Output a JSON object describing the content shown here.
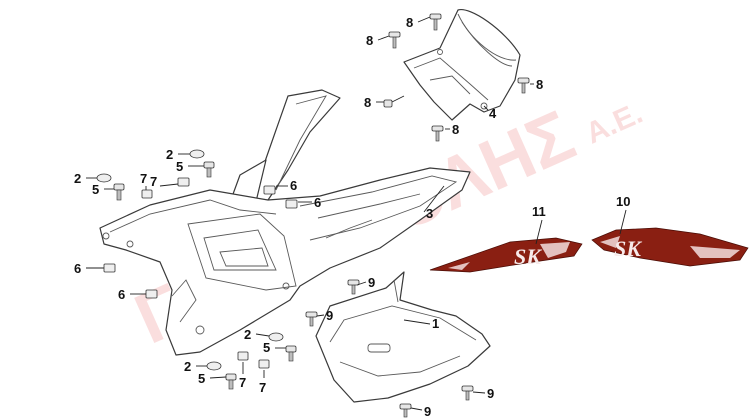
{
  "watermark": {
    "brand": "ΓΚΟΥΤΖΟΛΗΣ",
    "suffix": "Α.Ε."
  },
  "colors": {
    "decal_red": "#8a1f12",
    "watermark_red": "#e23a3a",
    "outline": "#3a3a3a"
  },
  "decal_text": "SK",
  "callouts": [
    {
      "id": "c-8a",
      "label": "8"
    },
    {
      "id": "c-8b",
      "label": "8"
    },
    {
      "id": "c-8c",
      "label": "8"
    },
    {
      "id": "c-8d",
      "label": "8"
    },
    {
      "id": "c-8e",
      "label": "8"
    },
    {
      "id": "c-4",
      "label": "4"
    },
    {
      "id": "c-3",
      "label": "3"
    },
    {
      "id": "c-2a",
      "label": "2"
    },
    {
      "id": "c-2b",
      "label": "2"
    },
    {
      "id": "c-2c",
      "label": "2"
    },
    {
      "id": "c-2d",
      "label": "2"
    },
    {
      "id": "c-5a",
      "label": "5"
    },
    {
      "id": "c-5b",
      "label": "5"
    },
    {
      "id": "c-5c",
      "label": "5"
    },
    {
      "id": "c-5d",
      "label": "5"
    },
    {
      "id": "c-7a",
      "label": "7"
    },
    {
      "id": "c-7b",
      "label": "7"
    },
    {
      "id": "c-7c",
      "label": "7"
    },
    {
      "id": "c-7d",
      "label": "7"
    },
    {
      "id": "c-6a",
      "label": "6"
    },
    {
      "id": "c-6b",
      "label": "6"
    },
    {
      "id": "c-6c",
      "label": "6"
    },
    {
      "id": "c-6d",
      "label": "6"
    },
    {
      "id": "c-9a",
      "label": "9"
    },
    {
      "id": "c-9b",
      "label": "9"
    },
    {
      "id": "c-9c",
      "label": "9"
    },
    {
      "id": "c-9d",
      "label": "9"
    },
    {
      "id": "c-1",
      "label": "1"
    },
    {
      "id": "c-11",
      "label": "11"
    },
    {
      "id": "c-10",
      "label": "10"
    }
  ]
}
